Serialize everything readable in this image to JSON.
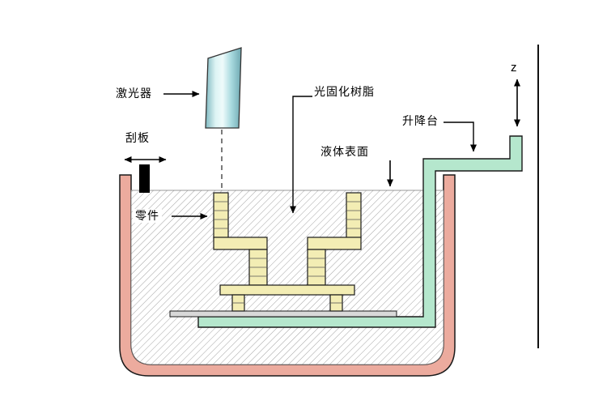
{
  "labels": {
    "laser": "激光器",
    "scraper": "刮板",
    "part": "零件",
    "resin": "光固化树脂",
    "liquid_surface": "液体表面",
    "platform": "升降台",
    "z_axis": "z"
  },
  "colors": {
    "tank_wall": "#ecab9e",
    "part_yellow": "#f3edb4",
    "platform_green": "#b5e7cd",
    "laser_cyan_light": "#eafafa",
    "laser_cyan_dark": "#7fb9c1",
    "hatch_line": "#9a9a9a",
    "outline": "#1a1a1a"
  }
}
